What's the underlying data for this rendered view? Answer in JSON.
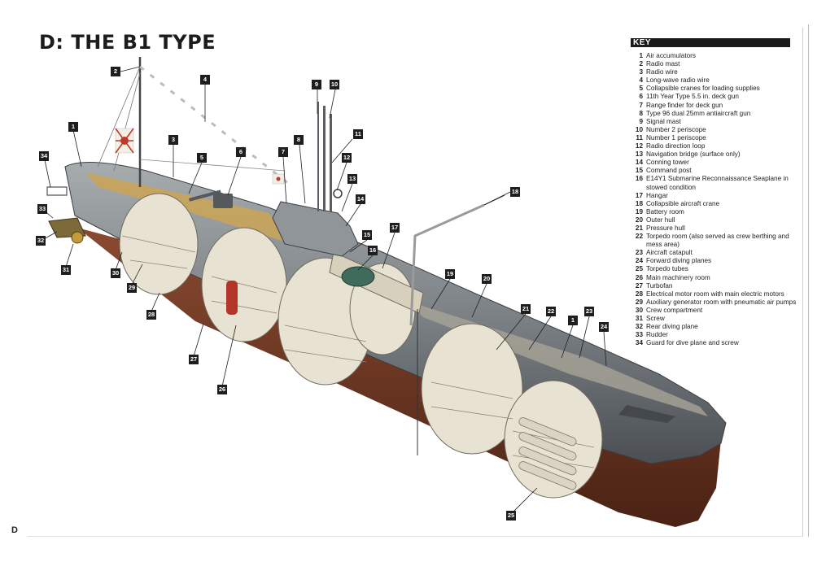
{
  "title": "D: THE B1 TYPE",
  "page_letter": "D",
  "key": {
    "heading": "KEY",
    "items": [
      {
        "num": "1",
        "text": "Air accumulators"
      },
      {
        "num": "2",
        "text": "Radio mast"
      },
      {
        "num": "3",
        "text": "Radio wire"
      },
      {
        "num": "4",
        "text": "Long-wave radio wire"
      },
      {
        "num": "5",
        "text": "Collapsible cranes for loading supplies"
      },
      {
        "num": "6",
        "text": "11th Year Type 5.5 in. deck gun"
      },
      {
        "num": "7",
        "text": "Range finder for deck gun"
      },
      {
        "num": "8",
        "text": "Type 96 dual 25mm antiaircraft gun"
      },
      {
        "num": "9",
        "text": "Signal mast"
      },
      {
        "num": "10",
        "text": "Number 2 periscope"
      },
      {
        "num": "11",
        "text": "Number 1 periscope"
      },
      {
        "num": "12",
        "text": "Radio direction loop"
      },
      {
        "num": "13",
        "text": "Navigation bridge (surface only)"
      },
      {
        "num": "14",
        "text": "Conning tower"
      },
      {
        "num": "15",
        "text": "Command post"
      },
      {
        "num": "16",
        "text": "E14Y1 Submarine Reconnaissance Seaplane in stowed condition"
      },
      {
        "num": "17",
        "text": "Hangar"
      },
      {
        "num": "18",
        "text": "Collapsible aircraft crane"
      },
      {
        "num": "19",
        "text": "Battery room"
      },
      {
        "num": "20",
        "text": "Outer hull"
      },
      {
        "num": "21",
        "text": "Pressure hull"
      },
      {
        "num": "22",
        "text": "Torpedo room (also served as crew berthing and mess area)"
      },
      {
        "num": "23",
        "text": "Aircraft catapult"
      },
      {
        "num": "24",
        "text": "Forward diving planes"
      },
      {
        "num": "25",
        "text": "Torpedo tubes"
      },
      {
        "num": "26",
        "text": "Main machinery room"
      },
      {
        "num": "27",
        "text": "Turbofan"
      },
      {
        "num": "28",
        "text": "Electrical motor room with main electric motors"
      },
      {
        "num": "29",
        "text": "Auxiliary generator room with pneumatic air pumps"
      },
      {
        "num": "30",
        "text": "Crew compartment"
      },
      {
        "num": "31",
        "text": "Screw"
      },
      {
        "num": "32",
        "text": "Rear diving plane"
      },
      {
        "num": "33",
        "text": "Rudder"
      },
      {
        "num": "34",
        "text": "Guard for dive plane and screw"
      }
    ]
  },
  "callouts": [
    {
      "id": "c1a",
      "label": "1"
    },
    {
      "id": "c1b",
      "label": "1"
    },
    {
      "id": "c2",
      "label": "2"
    },
    {
      "id": "c3",
      "label": "3"
    },
    {
      "id": "c4",
      "label": "4"
    },
    {
      "id": "c5",
      "label": "5"
    },
    {
      "id": "c6",
      "label": "6"
    },
    {
      "id": "c7",
      "label": "7"
    },
    {
      "id": "c8",
      "label": "8"
    },
    {
      "id": "c9",
      "label": "9"
    },
    {
      "id": "c10",
      "label": "10"
    },
    {
      "id": "c11",
      "label": "11"
    },
    {
      "id": "c12",
      "label": "12"
    },
    {
      "id": "c13",
      "label": "13"
    },
    {
      "id": "c14",
      "label": "14"
    },
    {
      "id": "c15",
      "label": "15"
    },
    {
      "id": "c16",
      "label": "16"
    },
    {
      "id": "c17",
      "label": "17"
    },
    {
      "id": "c18",
      "label": "18"
    },
    {
      "id": "c19",
      "label": "19"
    },
    {
      "id": "c20",
      "label": "20"
    },
    {
      "id": "c21",
      "label": "21"
    },
    {
      "id": "c22",
      "label": "22"
    },
    {
      "id": "c23",
      "label": "23"
    },
    {
      "id": "c24",
      "label": "24"
    },
    {
      "id": "c25",
      "label": "25"
    },
    {
      "id": "c26",
      "label": "26"
    },
    {
      "id": "c27",
      "label": "27"
    },
    {
      "id": "c28",
      "label": "28"
    },
    {
      "id": "c29",
      "label": "29"
    },
    {
      "id": "c30",
      "label": "30"
    },
    {
      "id": "c31",
      "label": "31"
    },
    {
      "id": "c32",
      "label": "32"
    },
    {
      "id": "c33",
      "label": "33"
    },
    {
      "id": "c34",
      "label": "34"
    }
  ],
  "colors": {
    "hull_grey": "#8e9498",
    "hull_dark": "#4d5257",
    "deck_wood": "#c9a45a",
    "rust_red": "#7d3b26",
    "interior": "#e8e2d2",
    "callout": "#1e1e1e"
  }
}
